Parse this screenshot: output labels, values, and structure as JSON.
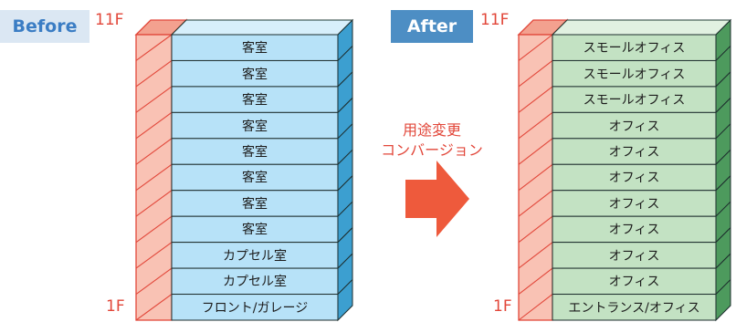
{
  "before": {
    "tag": "Before",
    "top_floor": "11F",
    "bottom_floor": "1F",
    "rooms": [
      "客室",
      "客室",
      "客室",
      "客室",
      "客室",
      "客室",
      "客室",
      "客室",
      "カプセル室",
      "カプセル室",
      "フロント/ガレージ"
    ]
  },
  "after": {
    "tag": "After",
    "top_floor": "11F",
    "bottom_floor": "1F",
    "rooms": [
      "スモールオフィス",
      "スモールオフィス",
      "スモールオフィス",
      "オフィス",
      "オフィス",
      "オフィス",
      "オフィス",
      "オフィス",
      "オフィス",
      "オフィス",
      "エントランス/オフィス"
    ]
  },
  "conversion": {
    "line1": "用途変更",
    "line2": "コンバージョン"
  },
  "colors": {
    "before_face": "#b7e2f8",
    "before_side": "#3c9fd0",
    "before_top": "#d7effb",
    "after_face": "#c3e2c3",
    "after_side": "#4d9a5d",
    "after_top": "#e1f1e1",
    "wall_fill": "#f9c2b4",
    "wall_line": "#e2473a",
    "arrow": "#ee5a3c"
  }
}
